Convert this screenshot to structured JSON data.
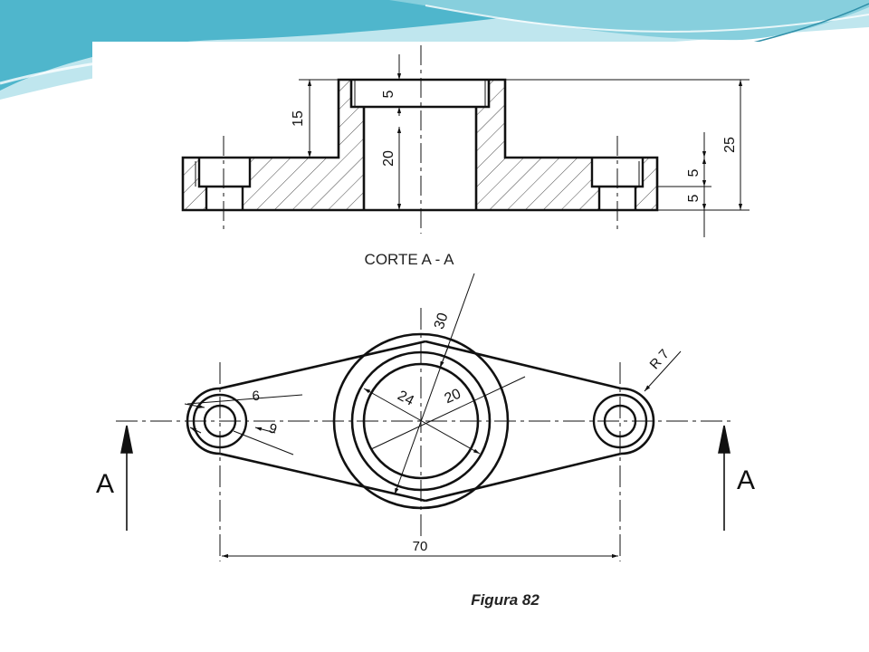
{
  "section_view": {
    "title": "CORTE A - A",
    "dims": {
      "counterbore_depth": "5",
      "bore_height": "20",
      "boss_step": "15",
      "total_height": "25",
      "flange_upper": "5",
      "flange_lower": "5"
    }
  },
  "plan_view": {
    "dims": {
      "diameter_outer": "30",
      "diameter_mid": "24",
      "diameter_inner": "20",
      "hole_small": "6",
      "hole_counterbore": "9",
      "end_radius": "R 7",
      "center_distance": "70"
    },
    "section_marks": [
      "A",
      "A"
    ]
  },
  "figure_caption": "Figura 82",
  "colors": {
    "line": "#111111",
    "background_teal": "#4fb6cc",
    "background_light": "#bfe6ee"
  }
}
